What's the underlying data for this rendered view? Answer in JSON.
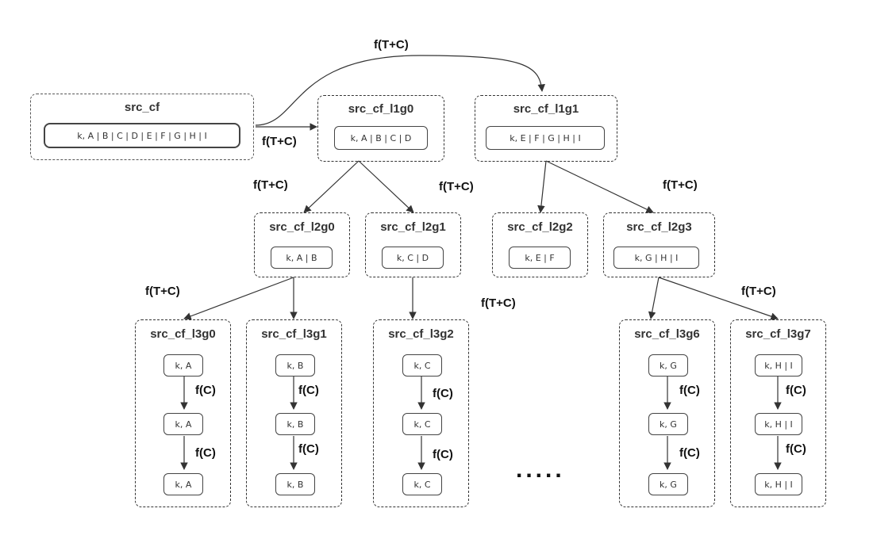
{
  "edge_label": "f(T+C)",
  "step_label": "f(C)",
  "ellipsis": ".....",
  "root": {
    "title": "src_cf",
    "node": "k, A | B | C | D | E | F | G | H | I"
  },
  "level1": [
    {
      "title": "src_cf_l1g0",
      "node": "k, A | B | C | D"
    },
    {
      "title": "src_cf_l1g1",
      "node": "k, E | F | G | H | I"
    }
  ],
  "level2": [
    {
      "title": "src_cf_l2g0",
      "node": "k, A | B"
    },
    {
      "title": "src_cf_l2g1",
      "node": "k, C | D"
    },
    {
      "title": "src_cf_l2g2",
      "node": "k, E | F"
    },
    {
      "title": "src_cf_l2g3",
      "node": "k, G | H | I"
    }
  ],
  "level3": [
    {
      "title": "src_cf_l3g0",
      "node": "k, A"
    },
    {
      "title": "src_cf_l3g1",
      "node": "k, B"
    },
    {
      "title": "src_cf_l3g2",
      "node": "k, C"
    },
    {
      "title": "src_cf_l3g6",
      "node": "k, G"
    },
    {
      "title": "src_cf_l3g7",
      "node": "k, H | I"
    }
  ]
}
